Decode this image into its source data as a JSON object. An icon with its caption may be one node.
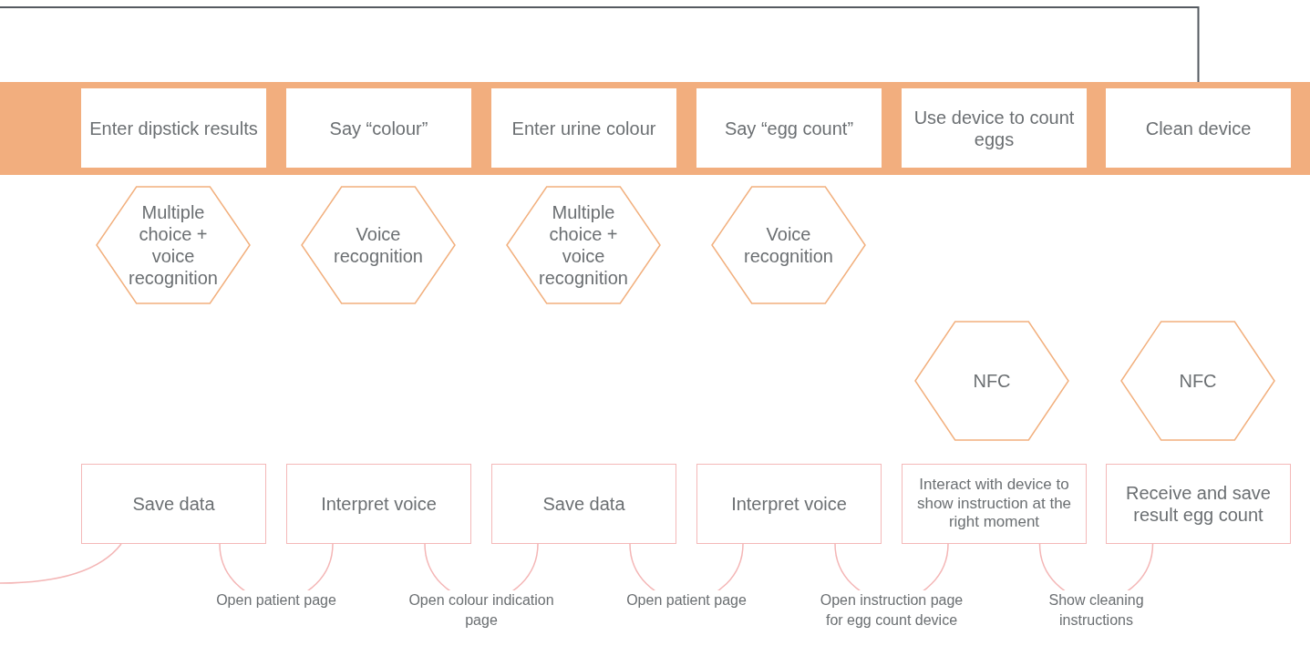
{
  "diagram": {
    "nodes": [
      {
        "text": [],
        "shape": "bar"
      },
      {
        "text": [
          "Enter dipstick results"
        ],
        "in": 0
      },
      {
        "text": [
          "Say “colour”"
        ],
        "in": 0
      },
      {
        "text": [
          "Enter urine colour"
        ],
        "in": 0
      },
      {
        "text": [
          "Say “egg count”"
        ],
        "in": 0
      },
      {
        "text": [
          "Use device to count eggs"
        ],
        "in": 0
      },
      {
        "text": [
          "Clean device"
        ],
        "in": 0
      },
      {
        "text": [
          "Multiple choice + voice recognition"
        ]
      },
      {
        "text": [
          "Voice recognition"
        ]
      },
      {
        "text": [
          "Multiple choice + voice recognition"
        ]
      },
      {
        "text": [
          "Voice recognition"
        ]
      },
      {
        "text": [
          "NFC"
        ]
      },
      {
        "text": [
          "NFC"
        ]
      },
      {
        "text": [
          "Save data"
        ]
      },
      {
        "text": [
          "Interpret voice"
        ]
      },
      {
        "text": [
          "Save data"
        ]
      },
      {
        "text": [
          "Interpret voice"
        ]
      },
      {
        "text": [
          "Interact with device to show instruction at the right moment"
        ]
      },
      {
        "text": [
          "Receive and save result egg count"
        ]
      }
    ],
    "edges": [
      {
        "from": null,
        "to": 6,
        "arrow": "none",
        "color": "#555a60"
      },
      {
        "from": null,
        "to": 13,
        "arrow": "none"
      },
      {
        "from": 13,
        "to": 14,
        "arrow": "none",
        "label": "Open patient page"
      },
      {
        "from": 14,
        "to": 15,
        "arrow": "none",
        "label": "Open colour indication page"
      },
      {
        "from": 15,
        "to": 16,
        "arrow": "none",
        "label": "Open patient page"
      },
      {
        "from": 16,
        "to": 17,
        "arrow": "none",
        "label": "Open instruction page for egg count device"
      },
      {
        "from": 17,
        "to": 18,
        "arrow": "none",
        "label": "Show cleaning instructions"
      }
    ]
  }
}
